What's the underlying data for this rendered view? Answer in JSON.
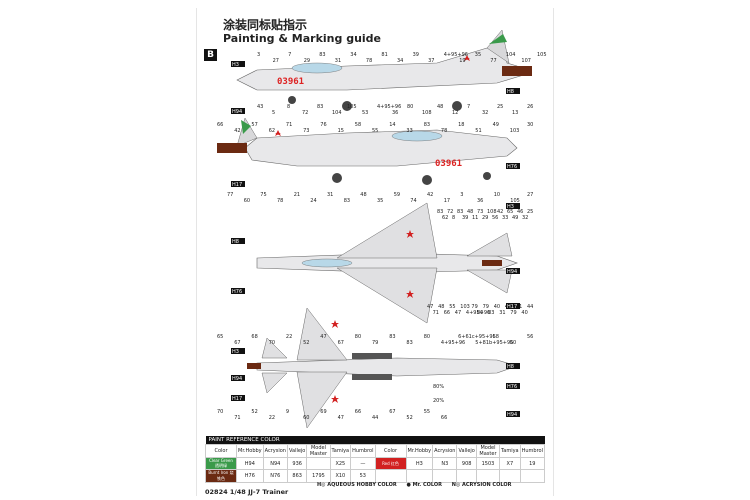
{
  "titles": {
    "cn": "涂装同标贴指示",
    "en": "Painting & Marking guide"
  },
  "section_marker": "B",
  "serial_number": "03961",
  "paint_table": {
    "header": "PAINT  REFERENCE COLOR",
    "columns": [
      "Color",
      "Mr.Hobby",
      "Acrysion",
      "Vallejo",
      "Model Master",
      "Tamiya",
      "Humbrol",
      "Color",
      "Mr.Hobby",
      "Acrysion",
      "Vallejo",
      "Model Master",
      "Tamiya",
      "Humbrol"
    ],
    "rows": [
      {
        "color": "Clear Green 透明绿",
        "c1": "H94",
        "c2": "N94",
        "c3": "936",
        "c4": "",
        "c5": "X25",
        "c6": "—",
        "color2": "Red 红色",
        "d1": "H3",
        "d2": "N3",
        "d3": "908",
        "d4": "1503",
        "d5": "X7",
        "d6": "19"
      },
      {
        "color": "Burnt Iron 烧铁色",
        "c1": "H76",
        "c2": "N76",
        "c3": "863",
        "c4": "1795",
        "c5": "X10",
        "c6": "53",
        "color2": "",
        "d1": "",
        "d2": "",
        "d3": "",
        "d4": "",
        "d5": "",
        "d6": ""
      }
    ],
    "colors": {
      "clear_green": "#3a9a4a",
      "burnt_iron": "#6b2a12",
      "red": "#d22121"
    }
  },
  "footer_notes": [
    "H◎ AQUEOUS HOBBY COLOR",
    "● Mr. COLOR",
    "N◎ ACRYSION COLOR"
  ],
  "footer_code": "02824  1/48 JJ-7 Trainer",
  "callouts": [
    "3",
    "27",
    "7",
    "29",
    "83",
    "31",
    "34",
    "78",
    "81",
    "34",
    "39",
    "37",
    "4+95+96",
    "19",
    "35",
    "77",
    "104",
    "107",
    "105",
    "43",
    "5",
    "8",
    "72",
    "83",
    "104",
    "105",
    "53",
    "4+95+96",
    "36",
    "80",
    "108",
    "48",
    "12",
    "7",
    "32",
    "25",
    "13",
    "26",
    "66",
    "42",
    "57",
    "62",
    "71",
    "73",
    "76",
    "15",
    "58",
    "55",
    "14",
    "33",
    "83",
    "78",
    "18",
    "51",
    "49",
    "103",
    "30",
    "77",
    "60",
    "75",
    "78",
    "21",
    "24",
    "31",
    "83",
    "48",
    "35",
    "59",
    "74",
    "42",
    "17",
    "3",
    "36",
    "10",
    "105",
    "27",
    "83",
    "62",
    "72",
    "8",
    "83",
    "39",
    "48",
    "11",
    "73",
    "29",
    "108",
    "56",
    "42",
    "33",
    "65",
    "49",
    "46",
    "32",
    "25",
    "47",
    "71",
    "48",
    "66",
    "55",
    "47",
    "103",
    "4+95+96",
    "79",
    "80",
    "79",
    "83",
    "40",
    "31",
    "45",
    "79",
    "81",
    "40",
    "44",
    "65",
    "67",
    "68",
    "70",
    "22",
    "52",
    "47",
    "67",
    "80",
    "79",
    "83",
    "83",
    "80",
    "4+95+96",
    "6+61c+95+96",
    "5+81b+95+96",
    "58",
    "50",
    "56",
    "70",
    "71",
    "52",
    "22",
    "9",
    "60",
    "69",
    "47",
    "66",
    "44",
    "67",
    "52",
    "55",
    "66"
  ],
  "paint_refs": [
    "H3",
    "H8",
    "H94",
    "H76",
    "H17",
    "H3",
    "H8",
    "H94",
    "H76",
    "H17",
    "H3",
    "H8",
    "H94",
    "H76",
    "H17",
    "H94"
  ],
  "percent_labels": [
    "80%",
    "20%"
  ]
}
